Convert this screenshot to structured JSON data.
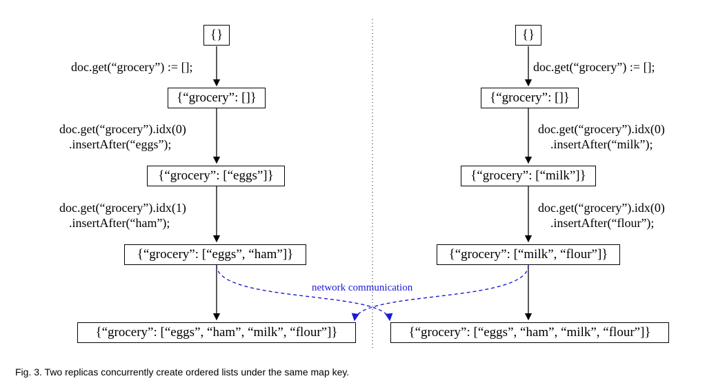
{
  "left": {
    "states": [
      "{}",
      "{“grocery”: []}",
      "{“grocery”: [“eggs”]}",
      "{“grocery”: [“eggs”, “ham”]}",
      "{“grocery”: [“eggs”, “ham”, “milk”, “flour”]}"
    ],
    "ops": [
      [
        "doc.get(“grocery”) := [];"
      ],
      [
        "doc.get(“grocery”).idx(0)",
        ".insertAfter(“eggs”);"
      ],
      [
        "doc.get(“grocery”).idx(1)",
        ".insertAfter(“ham”);"
      ]
    ]
  },
  "right": {
    "states": [
      "{}",
      "{“grocery”: []}",
      "{“grocery”: [“milk”]}",
      "{“grocery”: [“milk”, “flour”]}",
      "{“grocery”: [“eggs”, “ham”, “milk”, “flour”]}"
    ],
    "ops": [
      [
        "doc.get(“grocery”) := [];"
      ],
      [
        "doc.get(“grocery”).idx(0)",
        ".insertAfter(“milk”);"
      ],
      [
        "doc.get(“grocery”).idx(0)",
        ".insertAfter(“flour”);"
      ]
    ]
  },
  "network_label": "network communication",
  "caption": "Fig. 3. Two replicas concurrently create ordered lists under the same map key.",
  "colors": {
    "network": "#1a1ad6",
    "lines": "#000000"
  }
}
